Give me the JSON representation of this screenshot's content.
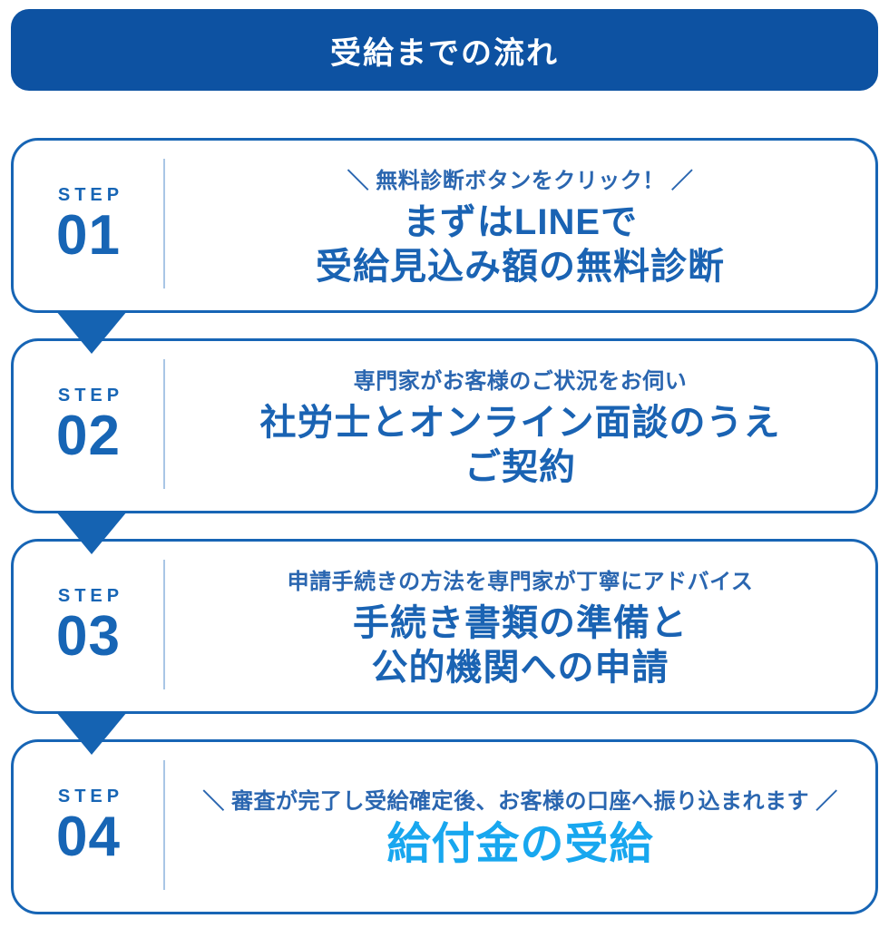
{
  "header": {
    "title": "受給までの流れ"
  },
  "colors": {
    "banner_bg": "#0d52a2",
    "banner_text": "#ffffff",
    "card_border": "#1765b5",
    "step_number": "#1765b5",
    "caption_text": "#2a66b0",
    "heading_text": "#1a63b3",
    "highlight_heading": "#18a7ef",
    "arrow": "#1563b2",
    "divider": "#a9c6e5"
  },
  "steps": [
    {
      "label": "STEP",
      "number": "01",
      "caption": "＼ 無料診断ボタンをクリック！ ／",
      "title_lines": [
        "まずはLINEで",
        "受給見込み額の無料診断"
      ]
    },
    {
      "label": "STEP",
      "number": "02",
      "caption": "専門家がお客様のご状況をお伺い",
      "title_lines": [
        "社労士とオンライン面談のうえ",
        "ご契約"
      ]
    },
    {
      "label": "STEP",
      "number": "03",
      "caption": "申請手続きの方法を専門家が丁寧にアドバイス",
      "title_lines": [
        "手続き書類の準備と",
        "公的機関への申請"
      ]
    },
    {
      "label": "STEP",
      "number": "04",
      "caption": "＼ 審査が完了し受給確定後、お客様の口座へ振り込まれます ／",
      "title_lines": [
        "給付金の受給"
      ]
    }
  ]
}
